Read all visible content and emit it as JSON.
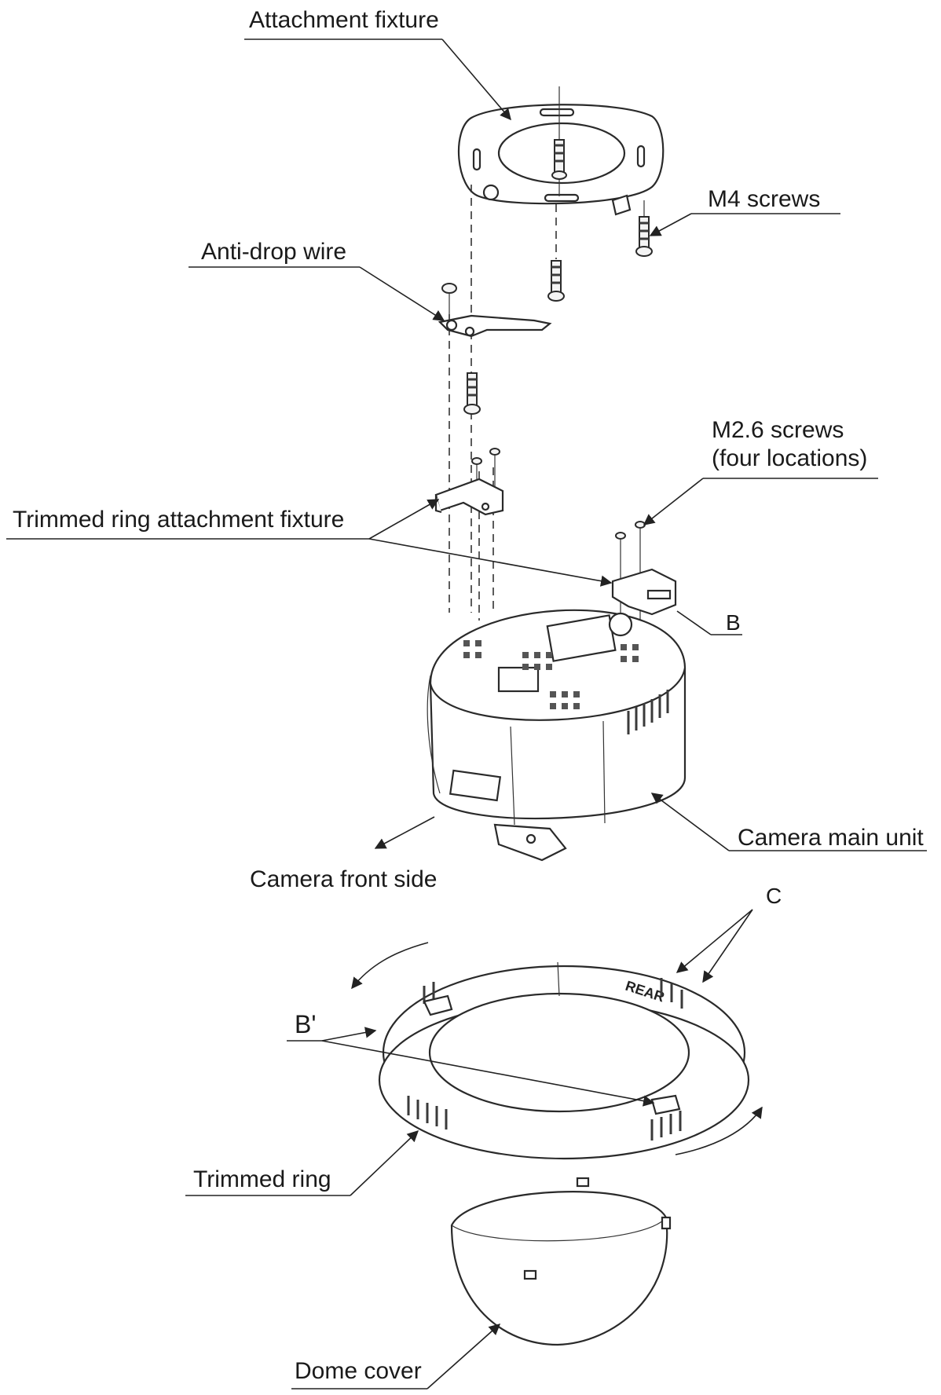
{
  "labels": {
    "attachment_fixture": "Attachment fixture",
    "m4_screws": "M4 screws",
    "anti_drop_wire": "Anti-drop wire",
    "m26_screws_line1": "M2.6 screws",
    "m26_screws_line2": "(four locations)",
    "trimmed_ring_attachment_fixture": "Trimmed ring attachment fixture",
    "b": "B",
    "camera_main_unit": "Camera main unit",
    "camera_front_side": "Camera front side",
    "c": "C",
    "b_prime": "B'",
    "trimmed_ring": "Trimmed ring",
    "dome_cover": "Dome cover",
    "rear_mark": "REAR"
  }
}
